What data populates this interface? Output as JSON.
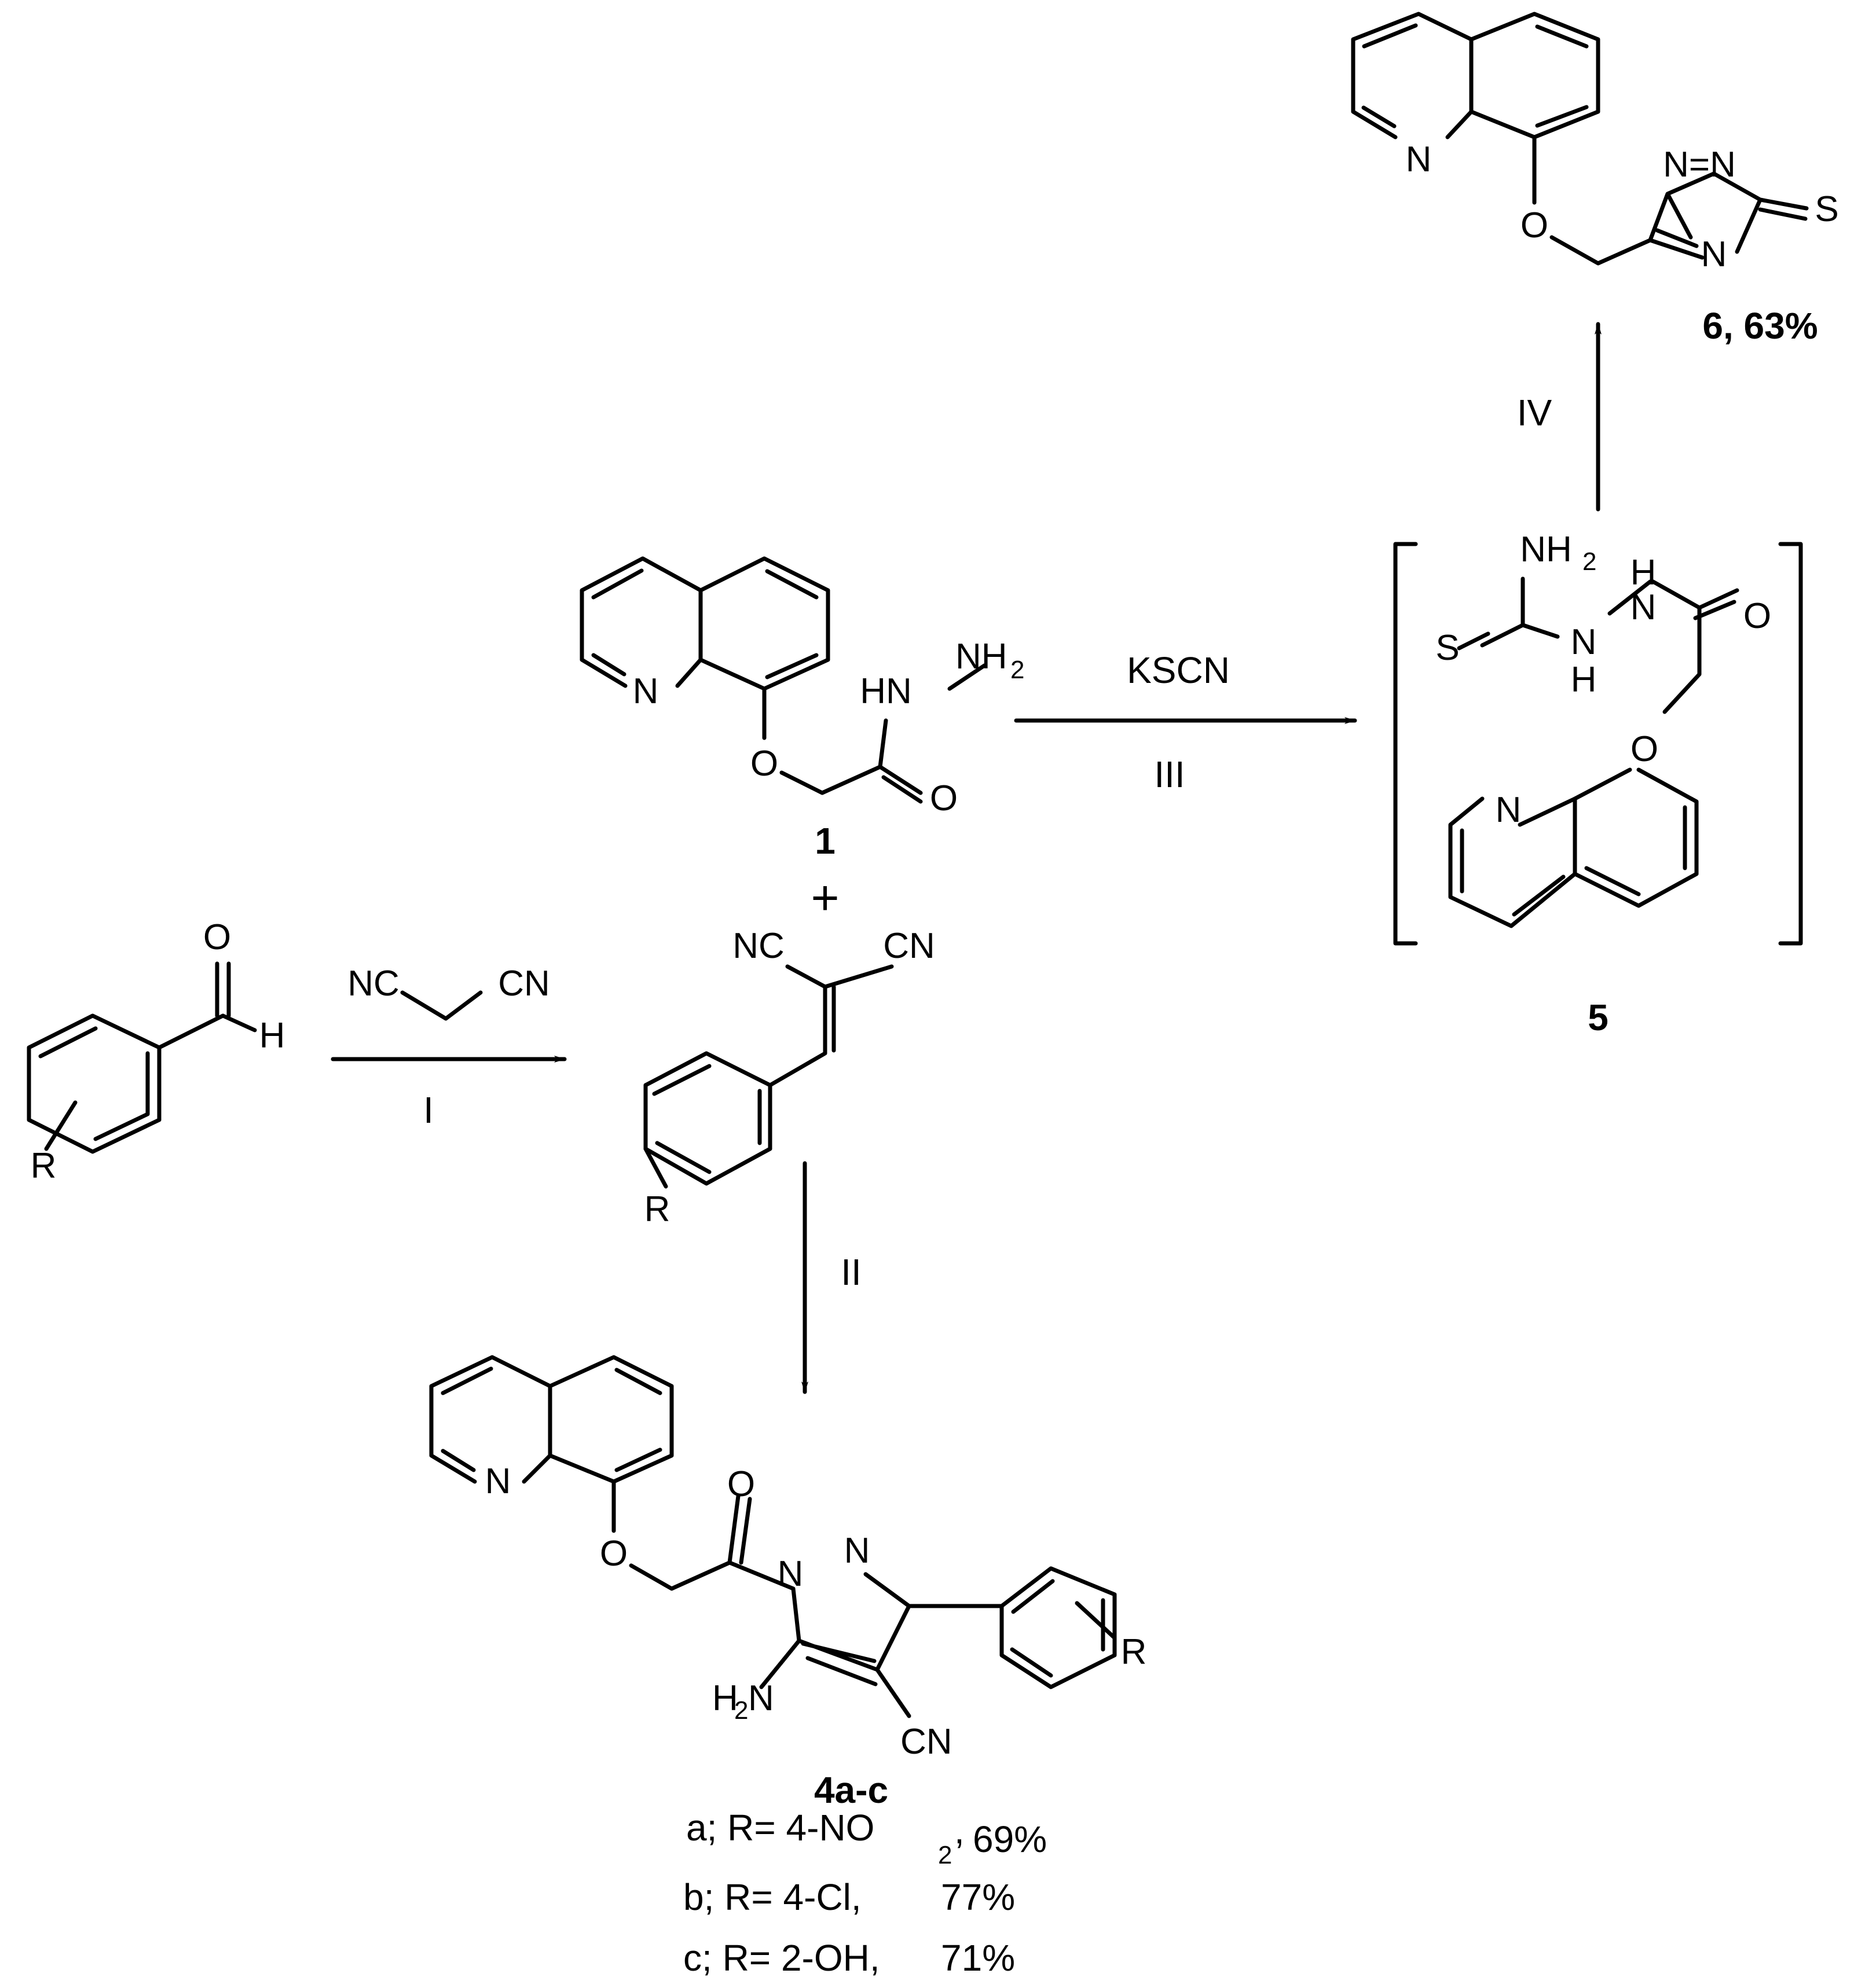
{
  "atoms": {
    "N": "N",
    "O": "O",
    "H": "H",
    "S": "S",
    "R": "R",
    "HN": "HN",
    "NH": "NH",
    "CN": "CN",
    "NC": "NC",
    "N_eq_N": "N=N",
    "H2N": "H",
    "sub2": "2"
  },
  "compounds": {
    "c1": "1",
    "c4": "4a-c",
    "c5": "5",
    "c6": "6, 63%"
  },
  "conditions": {
    "step1": "I",
    "step2": "II",
    "step3_reagent": "KSCN",
    "step3": "III",
    "step4": "IV"
  },
  "plus": "+",
  "variants": [
    {
      "prefix": "a; R= 4-NO",
      "sub": "2",
      "suffix": ",",
      "yield": "69%"
    },
    {
      "prefix": "b; R= 4-Cl,",
      "yield": "77%"
    },
    {
      "prefix": "c; R= 2-OH,",
      "yield": "71%"
    }
  ]
}
